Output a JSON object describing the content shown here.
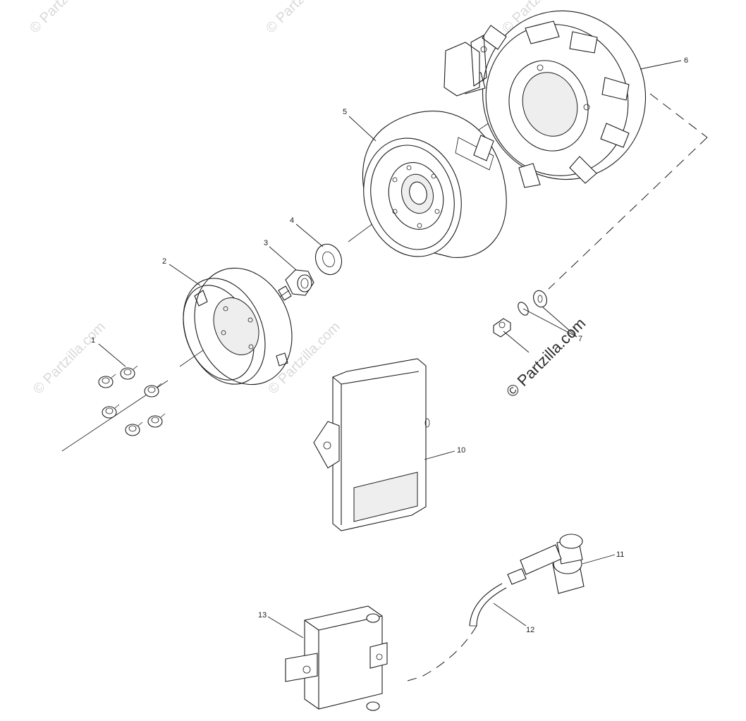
{
  "watermarks": {
    "faint": "© Partzilla.com",
    "main": "© Partzilla.com"
  },
  "callouts": [
    {
      "id": "1",
      "label": "1"
    },
    {
      "id": "2",
      "label": "2"
    },
    {
      "id": "3",
      "label": "3"
    },
    {
      "id": "4",
      "label": "4"
    },
    {
      "id": "5",
      "label": "5"
    },
    {
      "id": "6",
      "label": "6"
    },
    {
      "id": "7",
      "label": "7"
    },
    {
      "id": "10",
      "label": "10"
    },
    {
      "id": "11",
      "label": "11"
    },
    {
      "id": "12",
      "label": "12"
    },
    {
      "id": "13",
      "label": "13"
    }
  ],
  "colors": {
    "line": "#1c1c1c",
    "watermark_faint": "#d9d9d9",
    "watermark_main": "#2a2a2a"
  }
}
